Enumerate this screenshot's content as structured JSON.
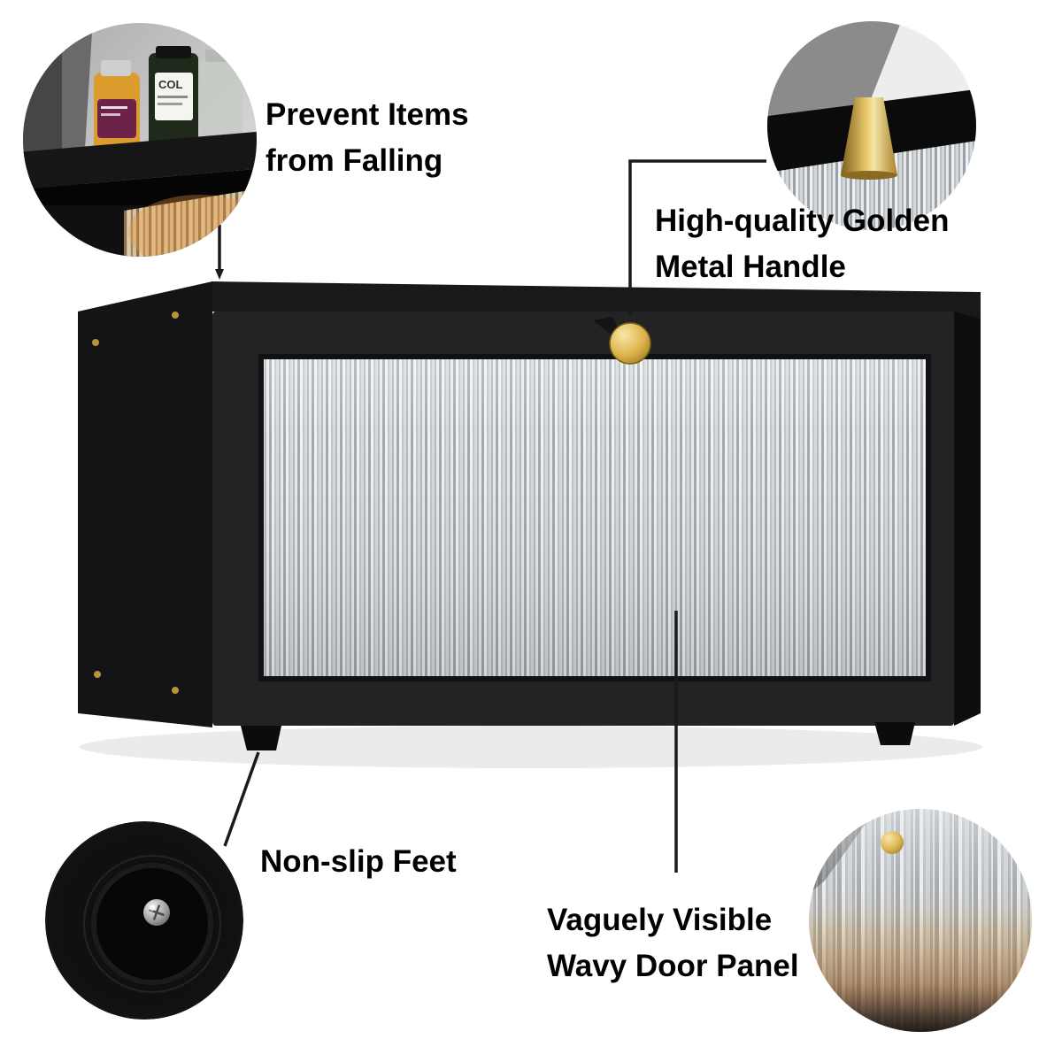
{
  "annotations": {
    "prevent_falling": {
      "line1": "Prevent Items",
      "line2": "from Falling"
    },
    "golden_handle": {
      "line1": "High-quality Golden",
      "line2": "Metal Handle"
    },
    "nonslip_feet": {
      "label": "Non-slip Feet"
    },
    "wavy_panel": {
      "line1": "Vaguely Visible",
      "line2": "Wavy Door Panel"
    }
  },
  "insets": {
    "shelf_bottle_label": "COL"
  },
  "colors": {
    "background": "#ffffff",
    "text": "#000000",
    "cabinet_black": "#232326",
    "handle_gold": "#d9ab3f",
    "glass_light": "#dfe3e5",
    "leader_line": "#1a1a1a"
  }
}
